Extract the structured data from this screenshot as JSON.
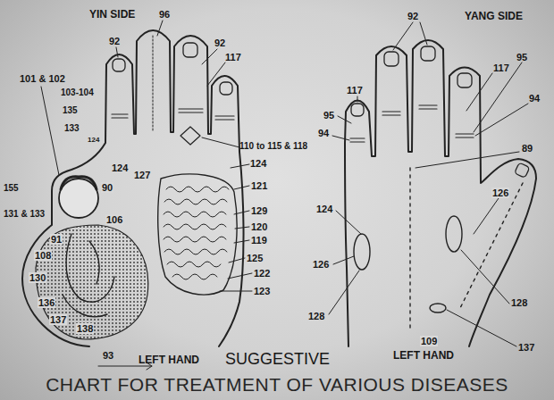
{
  "diagram": {
    "title": "CHART FOR TREATMENT OF VARIOUS DISEASES",
    "labels": [
      "YIN SIDE",
      "96",
      "92",
      "92",
      "117",
      "101 & 102",
      "103-104",
      "135",
      "133",
      "124",
      "155",
      "131 & 133",
      "90",
      "106",
      "91",
      "108",
      "130",
      "136",
      "137",
      "138",
      "93",
      "124",
      "127",
      "110 to 115 & 118",
      "124",
      "121",
      "129",
      "120",
      "119",
      "125",
      "122",
      "123",
      "LEFT HAND",
      "SUGGESTIVE",
      "YANG SIDE",
      "92",
      "117",
      "117",
      "95",
      "94",
      "89",
      "126",
      "95",
      "94",
      "124",
      "126",
      "128",
      "128",
      "137",
      "109",
      "LEFT HAND"
    ]
  }
}
